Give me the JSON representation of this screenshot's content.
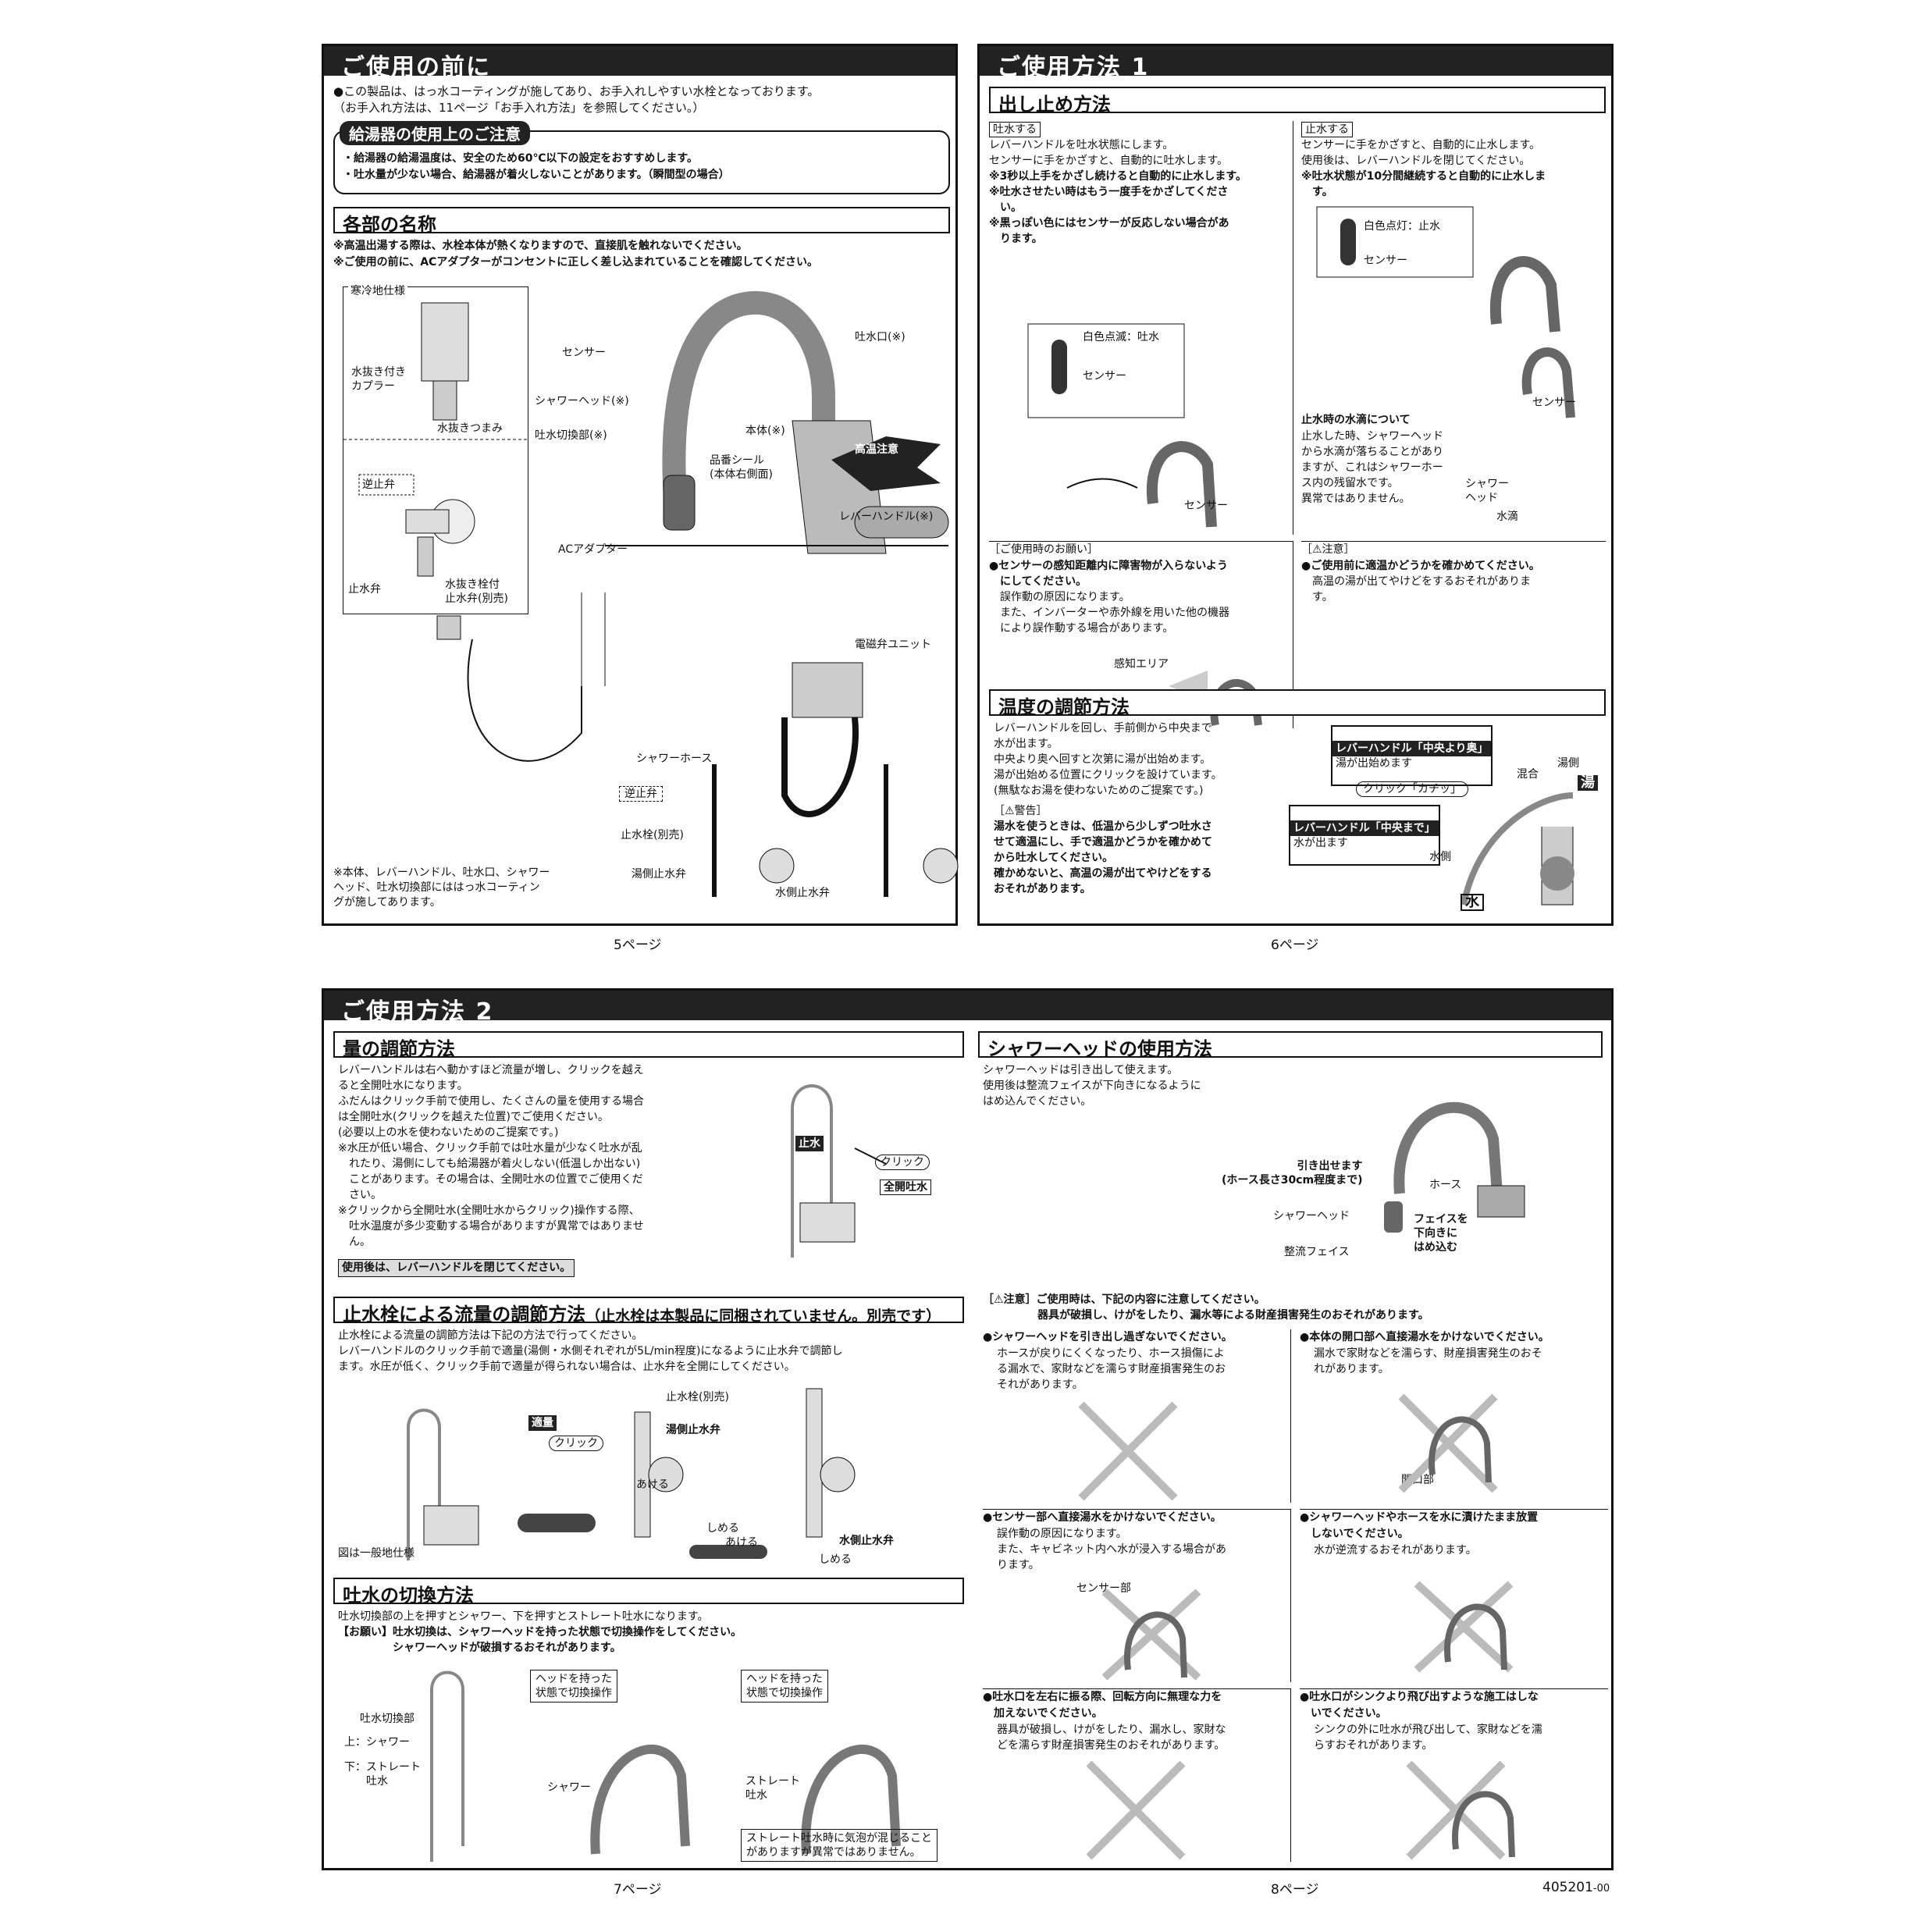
{
  "p5": {
    "header": "ご使用の前に",
    "intro": "●この製品は、はっ水コーティングが施してあり、お手入れしやすい水栓となっております。\n（お手入れ方法は、11ページ「お手入れ方法」を参照してください。）",
    "heater_title": "給湯器の使用上のご注意",
    "heater_text": "・給湯器の給湯温度は、安全のため60℃以下の設定をおすすめします。\n・吐水量が少ない場合、給湯器が着火しないことがあります。（瞬間型の場合）",
    "parts_title": "各部の名称",
    "parts_notes": "※高温出湯する際は、水栓本体が熱くなりますので、直接肌を触れないでください。\n※ご使用の前に、ACアダプターがコンセントに正しく差し込まれていることを確認してください。",
    "cold_label": "寒冷地仕様",
    "lbl_drain_coupler": "水抜き付き\nカプラー",
    "lbl_drain_knob": "水抜きつまみ",
    "lbl_check_valve": "逆止弁",
    "lbl_stop_valve": "止水弁",
    "lbl_drain_stop_valve": "水抜き栓付\n止水弁(別売)",
    "lbl_sensor": "センサー",
    "lbl_spout": "吐水口(※)",
    "lbl_shower_head": "シャワーヘッド(※)",
    "lbl_body": "本体(※)",
    "lbl_switch": "吐水切換部(※)",
    "lbl_seal": "品番シール\n(本体右側面)",
    "lbl_hot": "高温注意",
    "lbl_lever": "レバーハンドル(※)",
    "lbl_ac": "ACアダプター",
    "lbl_solenoid": "電磁弁ユニット",
    "lbl_hose": "シャワーホース",
    "lbl_check2": "逆止弁",
    "lbl_stopcock": "止水栓(別売)",
    "lbl_hot_valve": "湯側止水弁",
    "lbl_cold_valve": "水側止水弁",
    "coating_note": "※本体、レバーハンドル、吐水口、シャワー\nヘッド、吐水切換部にははっ水コーティン\nグが施してあります。",
    "page": "5ページ"
  },
  "p6": {
    "header": "ご使用方法 1",
    "sec1": "出し止め方法",
    "tag_out": "吐水する",
    "out_text": "レバーハンドルを吐水状態にします。\nセンサーに手をかざすと、自動的に吐水します。",
    "out_bold": "※3秒以上手をかざし続けると自動的に止水します。\n※吐水させたい時はもう一度手をかざしてくださ\n　い。\n※黒っぽい色にはセンサーが反応しない場合があ\n　ります。",
    "lbl_blink": "白色点滅：吐水",
    "lbl_sensor_a": "センサー",
    "lbl_sensor_b": "センサー",
    "tag_stop": "止水する",
    "stop_text": "センサーに手をかざすと、自動的に止水します。\n使用後は、レバーハンドルを閉じてください。",
    "stop_bold": "※吐水状態が10分間継続すると自動的に止水しま\n　す。",
    "lbl_lit": "白色点灯：止水",
    "lbl_sensor_c": "センサー",
    "lbl_sensor_d": "センサー",
    "drip_title": "止水時の水滴について",
    "drip_text": "止水した時、シャワーヘッド\nから水滴が落ちることがあり\nますが、これはシャワーホー\nス内の残留水です。\n異常ではありません。",
    "lbl_shower_head": "シャワー\nヘッド",
    "lbl_drop": "水滴",
    "request_title": "［ご使用時のお願い］",
    "request_bold": "●センサーの感知距離内に障害物が入らないよう\n　にしてください。",
    "request_text": "　誤作動の原因になります。\n　また、インバーターや赤外線を用いた他の機器\n　により誤作動する場合があります。",
    "lbl_area": "感知エリア",
    "caution_title": "［⚠注意］",
    "caution_bold": "●ご使用前に適温かどうかを確かめてください。",
    "caution_text": "　高温の湯が出てやけどをするおそれがありま\n　す。",
    "sec2": "温度の調節方法",
    "temp_text": "レバーハンドルを回し、手前側から中央まで\n水が出ます。\n中央より奥へ回すと次第に湯が出始めます。\n湯が出始める位置にクリックを設けています。\n(無駄なお湯を使わないためのご提案です。)",
    "warn_title": "［⚠警告］",
    "warn_bold": "湯水を使うときは、低温から少しずつ吐水さ\nせて適温にし、手で適温かどうかを確かめて\nから吐水してください。\n確かめないと、高温の湯が出てやけどをする\nおそれがあります。",
    "box_back": "レバーハンドル「中央より奥」",
    "box_back_sub": "湯が出始めます",
    "box_click": "クリック「カチッ」",
    "box_mid": "レバーハンドル「中央まで」",
    "box_mid_sub": "水が出ます",
    "lbl_mix": "混合",
    "lbl_hotside": "湯側",
    "lbl_hot": "湯",
    "lbl_coldside": "水側",
    "lbl_cold": "水",
    "page": "6ページ"
  },
  "p7": {
    "header": "ご使用方法 2",
    "sec1": "量の調節方法",
    "vol_text": "レバーハンドルは右へ動かすほど流量が増し、クリックを越え\nると全開吐水になります。\nふだんはクリック手前で使用し、たくさんの量を使用する場合\nは全開吐水(クリックを越えた位置)でご使用ください。\n(必要以上の水を使わないためのご提案です。)\n※水圧が低い場合、クリック手前では吐水量が少なく吐水が乱\n　れたり、湯側にしても給湯器が着火しない(低温しか出ない)\n　ことがあります。その場合は、全開吐水の位置でご使用くだ\n　さい。\n※クリックから全開吐水(全開吐水からクリック)操作する際、\n　吐水温度が多少変動する場合がありますが異常ではありませ\n　ん。",
    "vol_after": "使用後は、レバーハンドルを閉じてください。",
    "lbl_stop": "止水",
    "lbl_click": "クリック",
    "lbl_full": "全開吐水",
    "sec2": "止水栓による流量の調節方法",
    "sec2_sub": "（止水栓は本製品に同梱されていません。別売です）",
    "flow_text": "止水栓による流量の調節方法は下記の方法で行ってください。\nレバーハンドルのクリック手前で適量(湯側・水側それぞれが5L/min程度)になるように止水弁で調節し\nます。水圧が低く、クリック手前で適量が得られない場合は、止水弁を全開にしてください。",
    "lbl_proper": "適量",
    "lbl_click2": "クリック",
    "lbl_general": "図は一般地仕様",
    "lbl_stopcock": "止水栓(別売)",
    "lbl_hot_valve": "湯側止水弁",
    "lbl_open1": "あける",
    "lbl_close1": "しめる",
    "lbl_open2": "あける",
    "lbl_close2": "しめる",
    "lbl_cold_valve": "水側止水弁",
    "sec3": "吐水の切換方法",
    "sw_text": "吐水切換部の上を押すとシャワー、下を押すとストレート吐水になります。",
    "sw_bold": "【お願い】吐水切換は、シャワーヘッドを持った状態で切換操作をしてください。\n　　　　　シャワーヘッドが破損するおそれがあります。",
    "lbl_switch": "吐水切換部",
    "lbl_up": "上：シャワー",
    "lbl_down": "下：ストレート\n　　吐水",
    "bubble1": "ヘッドを持った\n状態で切換操作",
    "bubble2": "ヘッドを持った\n状態で切換操作",
    "lbl_shower": "シャワー",
    "lbl_straight": "ストレート\n吐水",
    "bubble_note": "ストレート吐水時に気泡が混じること\nがありますが異常ではありません。",
    "page": "7ページ"
  },
  "p8": {
    "sec1": "シャワーヘッドの使用方法",
    "sh_text": "シャワーヘッドは引き出して使えます。\n使用後は整流フェイスが下向きになるように\nはめ込んでください。",
    "lbl_pull": "引き出せます\n(ホース長さ30cm程度まで)",
    "lbl_hose": "ホース",
    "lbl_head": "シャワーヘッド",
    "lbl_face": "整流フェイス",
    "lbl_fit": "フェイスを\n下向きに\nはめ込む",
    "caution_head": "［⚠注意］ご使用時は、下記の内容に注意してください。\n　　　　　器具が破損し、けがをしたり、漏水等による財産損害発生のおそれがあります。",
    "c1_bold": "●シャワーヘッドを引き出し過ぎないでください。",
    "c1_text": "ホースが戻りにくくなったり、ホース損傷によ\nる漏水で、家財などを濡らす財産損害発生のお\nそれがあります。",
    "c2_bold": "●本体の開口部へ直接湯水をかけないでください。",
    "c2_text": "漏水で家財などを濡らす、財産損害発生のおそ\nれがあります。",
    "lbl_opening": "開口部",
    "c3_bold": "●センサー部へ直接湯水をかけないでください。",
    "c3_text": "誤作動の原因になります。\nまた、キャビネット内へ水が浸入する場合があ\nります。",
    "lbl_sensor": "センサー部",
    "c4_bold": "●シャワーヘッドやホースを水に漬けたまま放置\n　しないでください。",
    "c4_text": "水が逆流するおそれがあります。",
    "c5_bold": "●吐水口を左右に振る際、回転方向に無理な力を\n　加えないでください。",
    "c5_text": "器具が破損し、けがをしたり、漏水し、家財な\nどを濡らす財産損害発生のおそれがあります。",
    "c6_bold": "●吐水口がシンクより飛び出すような施工はしな\n　いでください。",
    "c6_text": "シンクの外に吐水が飛び出して、家財などを濡\nらすおそれがあります。",
    "page": "8ページ"
  },
  "doc_code": "405201",
  "doc_suffix": "-00"
}
